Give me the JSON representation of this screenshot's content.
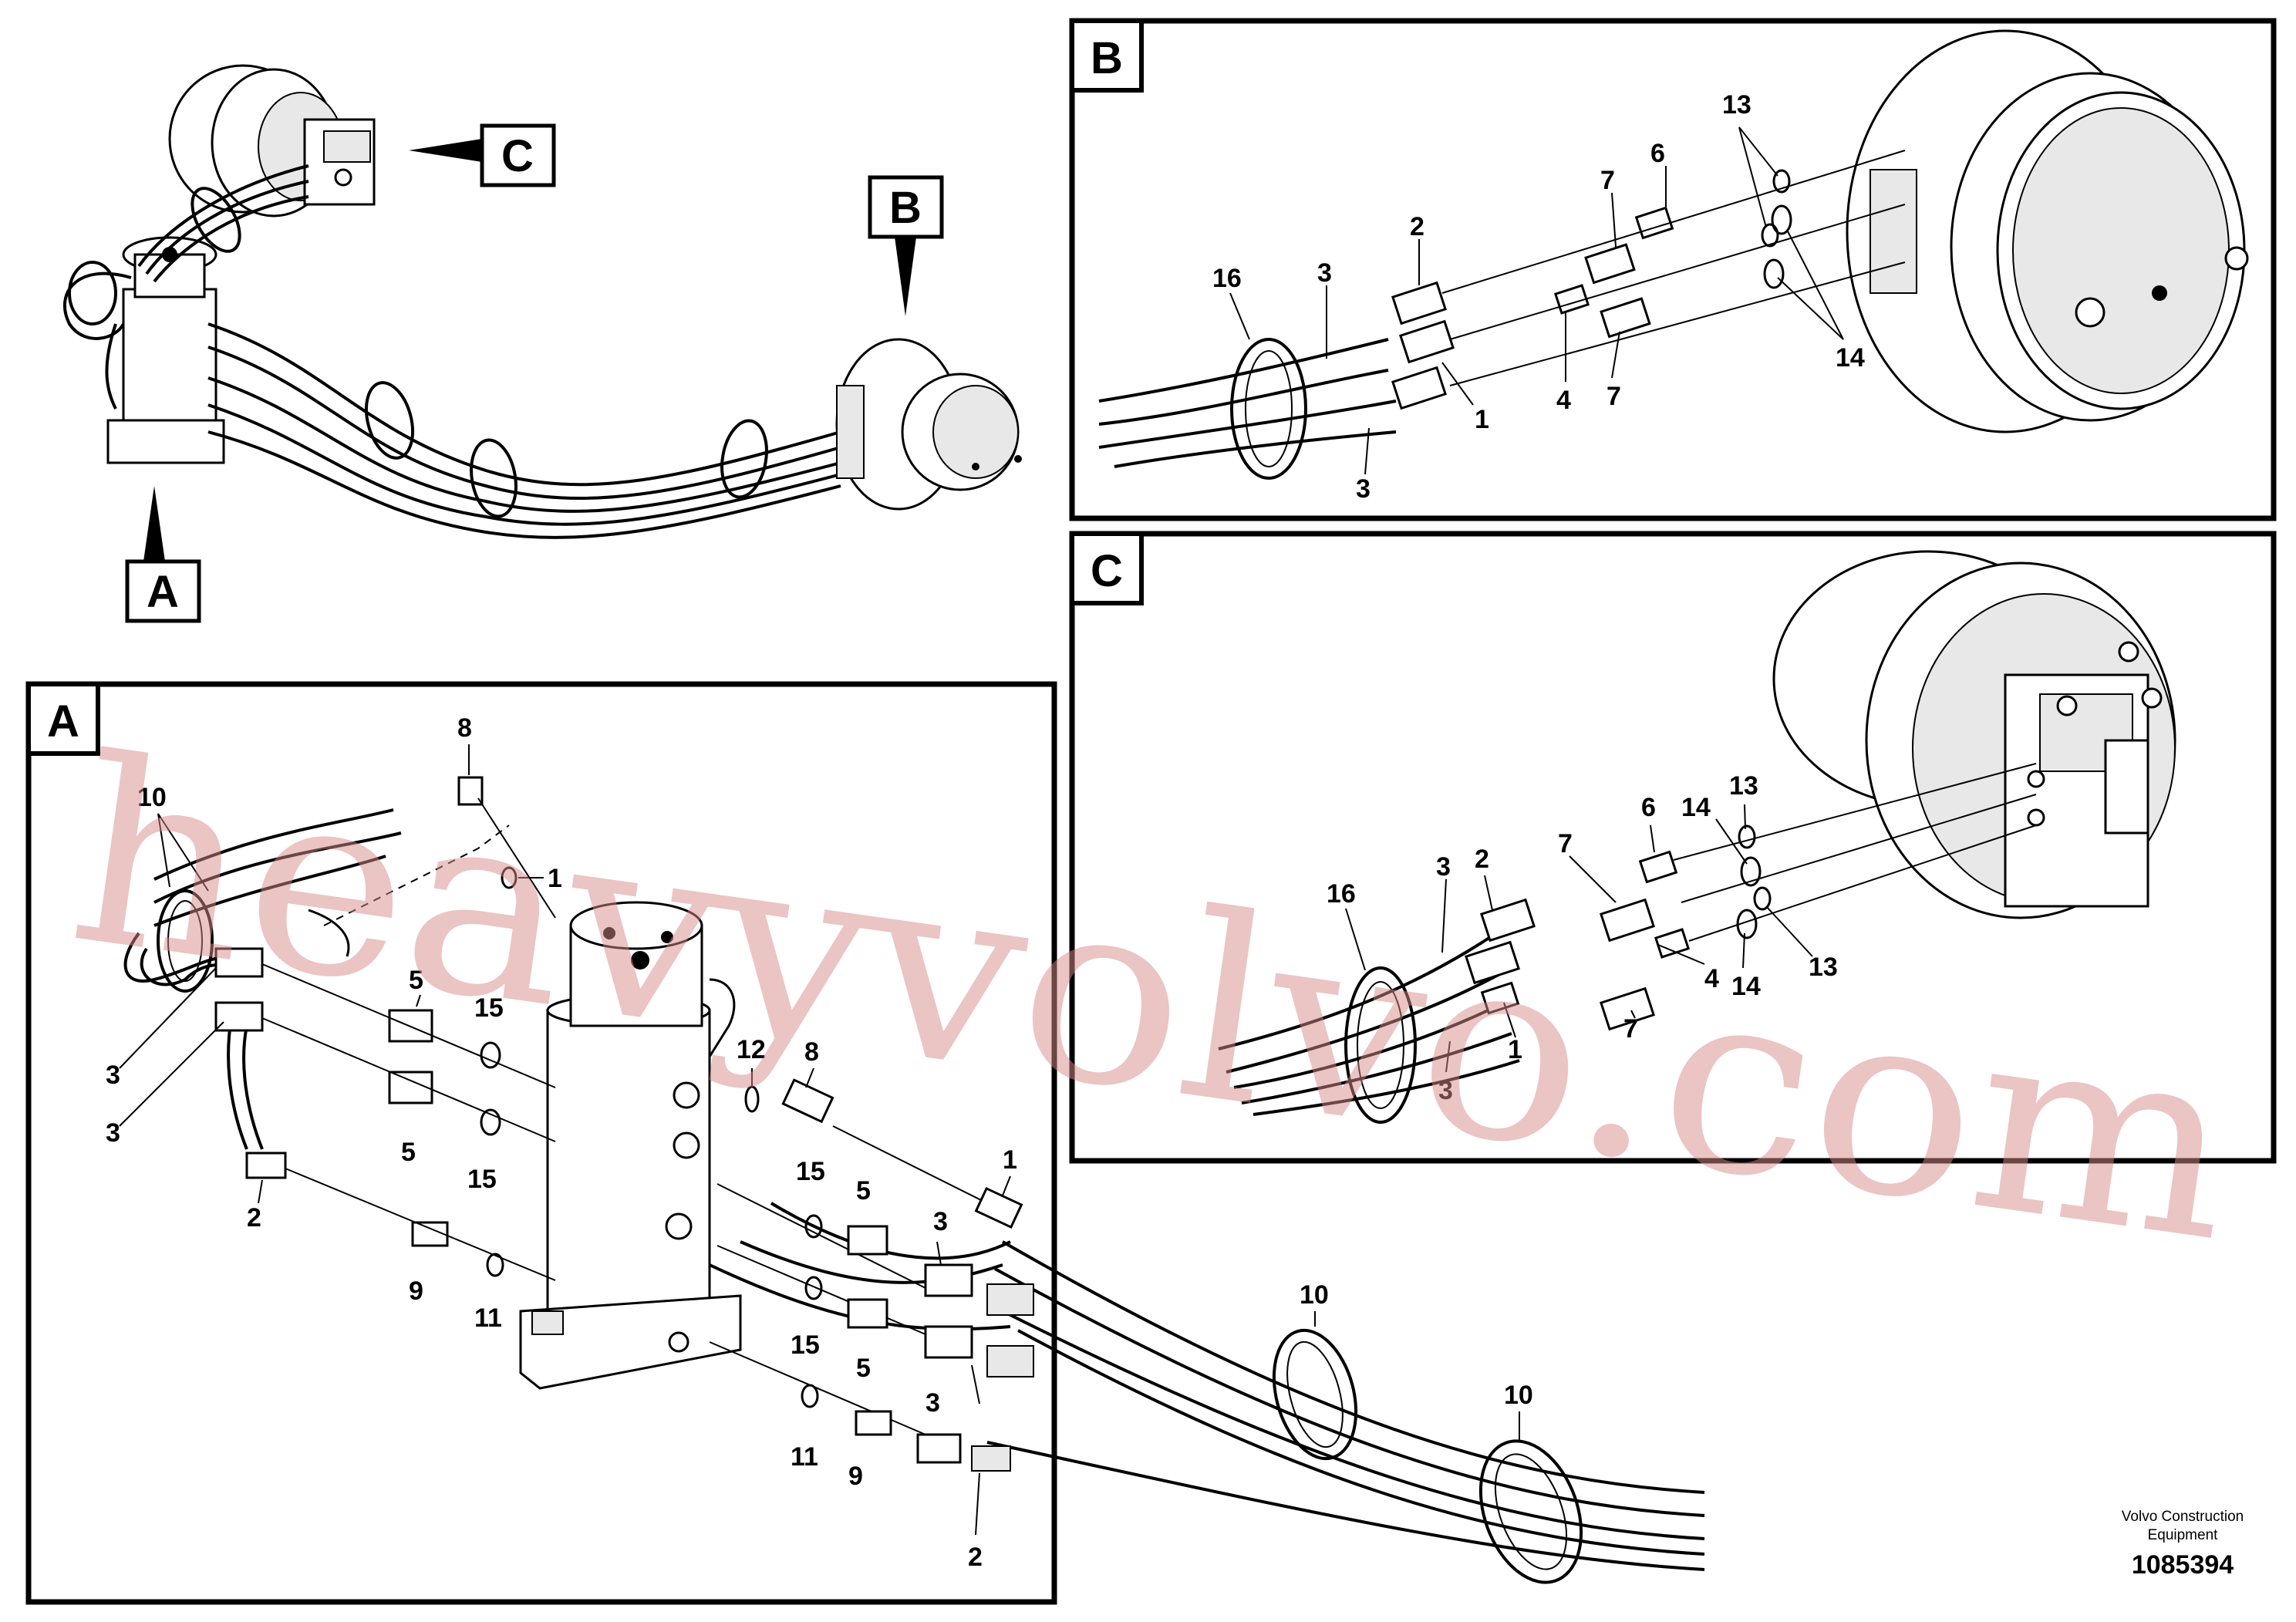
{
  "views": {
    "A": {
      "label": "A"
    },
    "B": {
      "label": "B"
    },
    "C": {
      "label": "C"
    }
  },
  "overview": {
    "marker_a": "A",
    "marker_b": "B",
    "marker_c": "C"
  },
  "callouts_b": [
    "13",
    "6",
    "7",
    "2",
    "16",
    "3",
    "1",
    "4",
    "7",
    "14",
    "3"
  ],
  "callouts_c": [
    "13",
    "6",
    "14",
    "2",
    "7",
    "3",
    "16",
    "14",
    "4",
    "13",
    "7",
    "1",
    "3"
  ],
  "callouts_a": [
    "8",
    "10",
    "1",
    "5",
    "15",
    "3",
    "3",
    "5",
    "15",
    "12",
    "8",
    "2",
    "1",
    "15",
    "5",
    "3",
    "9",
    "11",
    "15",
    "5",
    "3",
    "10",
    "10",
    "11",
    "9",
    "2"
  ],
  "watermark": "heavyvolvo.com",
  "footer": {
    "company_line1": "Volvo Construction",
    "company_line2": "Equipment",
    "drawing_number": "1085394"
  }
}
